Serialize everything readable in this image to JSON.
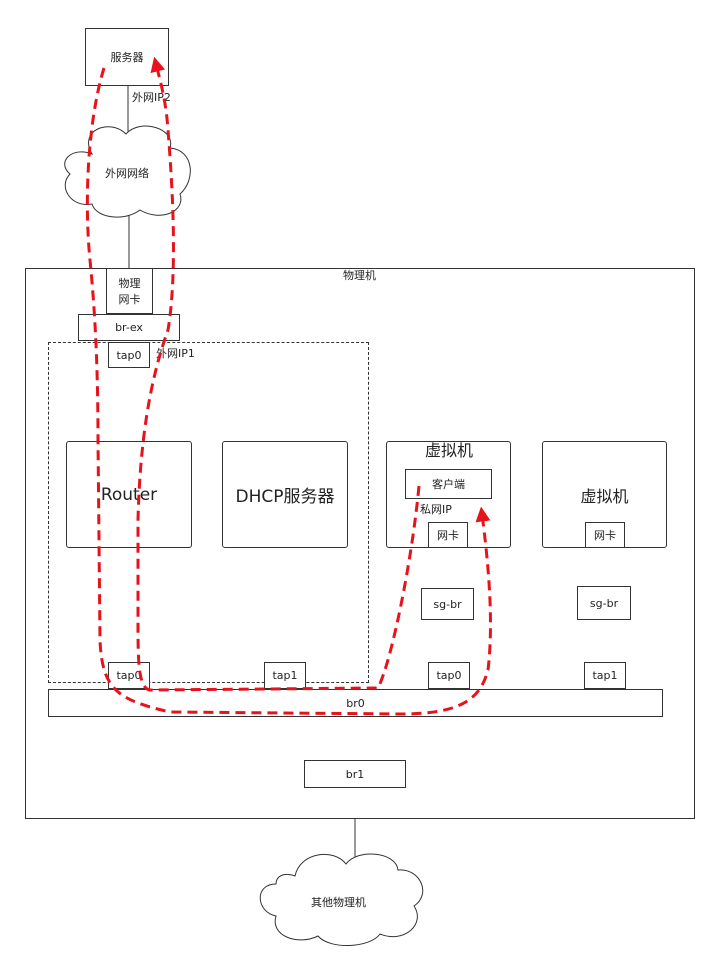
{
  "server": "服务器",
  "ext_ip2": "外网IP2",
  "ext_net": "外网网络",
  "physical_machine": "物理机",
  "phys_nic_line1": "物理",
  "phys_nic_line2": "网卡",
  "br_ex": "br-ex",
  "router_tap": "tap0",
  "ext_ip1": "外网IP1",
  "router": "Router",
  "dhcp": "DHCP服务器",
  "vm1": {
    "title": "虚拟机",
    "client": "客户端",
    "private_ip": "私网IP",
    "nic": "网卡",
    "sg": "sg-br",
    "tap": "tap0"
  },
  "vm2": {
    "title": "虚拟机",
    "nic": "网卡",
    "sg": "sg-br",
    "tap": "tap1"
  },
  "router_bottom_tap": "tap0",
  "dhcp_tap": "tap1",
  "br0": "br0",
  "br1": "br1",
  "other_machines": "其他物理机",
  "colors": {
    "path": "#e8121b",
    "line": "#333333"
  }
}
